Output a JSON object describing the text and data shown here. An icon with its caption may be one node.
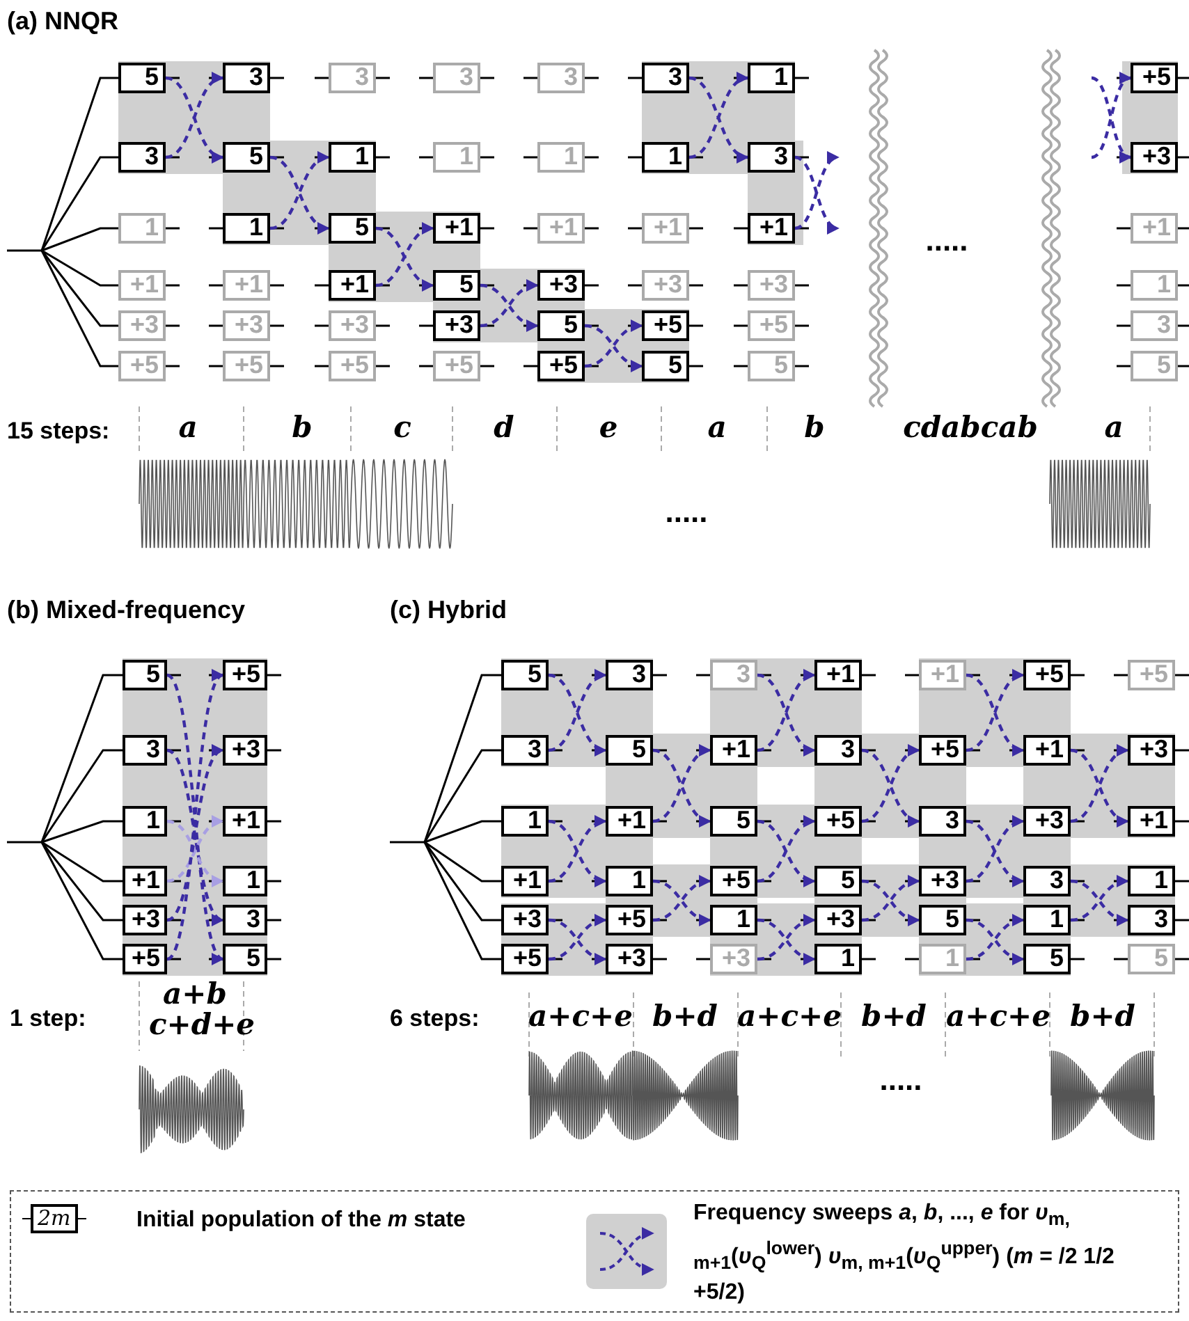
{
  "diagram": {
    "nodes": [
      {
        "text": [
          "5"
        ]
      },
      {
        "text": [
          "3"
        ]
      },
      {
        "text": [
          "3"
        ]
      },
      {
        "text": [
          "3"
        ]
      },
      {
        "text": [
          "3"
        ]
      },
      {
        "text": [
          "3"
        ]
      },
      {
        "text": [
          "1"
        ]
      },
      {
        "text": [
          "+5"
        ]
      },
      {
        "text": [
          "3"
        ]
      },
      {
        "text": [
          "5"
        ]
      },
      {
        "text": [
          "1"
        ]
      },
      {
        "text": [
          "1"
        ]
      },
      {
        "text": [
          "1"
        ]
      },
      {
        "text": [
          "1"
        ]
      },
      {
        "text": [
          "3"
        ]
      },
      {
        "text": [
          "+3"
        ]
      },
      {
        "text": [
          "1"
        ]
      },
      {
        "text": [
          "1"
        ]
      },
      {
        "text": [
          "5"
        ]
      },
      {
        "text": [
          "+1"
        ]
      },
      {
        "text": [
          "+1"
        ]
      },
      {
        "text": [
          "+1"
        ]
      },
      {
        "text": [
          "+1"
        ]
      },
      {
        "text": [
          "+1"
        ]
      },
      {
        "text": [
          "+1"
        ]
      },
      {
        "text": [
          "+1"
        ]
      },
      {
        "text": [
          "+1"
        ]
      },
      {
        "text": [
          "5"
        ]
      },
      {
        "text": [
          "+3"
        ]
      },
      {
        "text": [
          "+3"
        ]
      },
      {
        "text": [
          "+3"
        ]
      },
      {
        "text": [
          "1"
        ]
      },
      {
        "text": [
          "+3"
        ]
      },
      {
        "text": [
          "+3"
        ]
      },
      {
        "text": [
          "+3"
        ]
      },
      {
        "text": [
          "+3"
        ]
      },
      {
        "text": [
          "5"
        ]
      },
      {
        "text": [
          "+5"
        ]
      },
      {
        "text": [
          "+5"
        ]
      },
      {
        "text": [
          "3"
        ]
      },
      {
        "text": [
          "+5"
        ]
      },
      {
        "text": [
          "+5"
        ]
      },
      {
        "text": [
          "+5"
        ]
      },
      {
        "text": [
          "+5"
        ]
      },
      {
        "text": [
          "+5"
        ]
      },
      {
        "text": [
          "5"
        ]
      },
      {
        "text": [
          "5"
        ]
      },
      {
        "text": [
          "5"
        ]
      },
      {
        "text": [
          "5"
        ]
      },
      {
        "text": [
          "+5"
        ]
      },
      {
        "text": [
          "3"
        ]
      },
      {
        "text": [
          "+3"
        ]
      },
      {
        "text": [
          "1"
        ]
      },
      {
        "text": [
          "+1"
        ]
      },
      {
        "text": [
          "+1"
        ]
      },
      {
        "text": [
          "1"
        ]
      },
      {
        "text": [
          "+3"
        ]
      },
      {
        "text": [
          "3"
        ]
      },
      {
        "text": [
          "+5"
        ]
      },
      {
        "text": [
          "5"
        ]
      },
      {
        "text": [
          "5"
        ]
      },
      {
        "text": [
          "3"
        ]
      },
      {
        "text": [
          "3"
        ]
      },
      {
        "text": [
          "+1"
        ]
      },
      {
        "text": [
          "+1"
        ]
      },
      {
        "text": [
          "+5"
        ]
      },
      {
        "text": [
          "+5"
        ]
      },
      {
        "text": [
          "3"
        ]
      },
      {
        "text": [
          "5"
        ]
      },
      {
        "text": [
          "+1"
        ]
      },
      {
        "text": [
          "3"
        ]
      },
      {
        "text": [
          "+5"
        ]
      },
      {
        "text": [
          "+1"
        ]
      },
      {
        "text": [
          "+3"
        ]
      },
      {
        "text": [
          "1"
        ]
      },
      {
        "text": [
          "+1"
        ]
      },
      {
        "text": [
          "5"
        ]
      },
      {
        "text": [
          "+5"
        ]
      },
      {
        "text": [
          "3"
        ]
      },
      {
        "text": [
          "+3"
        ]
      },
      {
        "text": [
          "+1"
        ]
      },
      {
        "text": [
          "+1"
        ]
      },
      {
        "text": [
          "1"
        ]
      },
      {
        "text": [
          "+5"
        ]
      },
      {
        "text": [
          "5"
        ]
      },
      {
        "text": [
          "+3"
        ]
      },
      {
        "text": [
          "3"
        ]
      },
      {
        "text": [
          "1"
        ]
      },
      {
        "text": [
          "+3"
        ]
      },
      {
        "text": [
          "+5"
        ]
      },
      {
        "text": [
          "1"
        ]
      },
      {
        "text": [
          "+3"
        ]
      },
      {
        "text": [
          "5"
        ]
      },
      {
        "text": [
          "1"
        ]
      },
      {
        "text": [
          "3"
        ]
      },
      {
        "text": [
          "+5"
        ]
      },
      {
        "text": [
          "+3"
        ]
      },
      {
        "text": [
          "+3"
        ]
      },
      {
        "text": [
          "1"
        ]
      },
      {
        "text": [
          "1"
        ]
      },
      {
        "text": [
          "5"
        ]
      },
      {
        "text": [
          "5"
        ]
      }
    ],
    "edges": [
      {
        "from": 0,
        "to": 9,
        "arrow": "to",
        "style": "dashed"
      },
      {
        "from": 8,
        "to": 1,
        "arrow": "to",
        "style": "dashed"
      },
      {
        "from": 9,
        "to": 18,
        "arrow": "to",
        "style": "dashed"
      },
      {
        "from": 17,
        "to": 10,
        "arrow": "to",
        "style": "dashed"
      },
      {
        "from": 18,
        "to": 27,
        "arrow": "to",
        "style": "dashed"
      },
      {
        "from": 26,
        "to": 19,
        "arrow": "to",
        "style": "dashed"
      },
      {
        "from": 27,
        "to": 36,
        "arrow": "to",
        "style": "dashed"
      },
      {
        "from": 35,
        "to": 28,
        "arrow": "to",
        "style": "dashed"
      },
      {
        "from": 36,
        "to": 45,
        "arrow": "to",
        "style": "dashed"
      },
      {
        "from": 44,
        "to": 37,
        "arrow": "to",
        "style": "dashed"
      },
      {
        "from": 5,
        "to": 14,
        "arrow": "to",
        "style": "dashed"
      },
      {
        "from": 13,
        "to": 6,
        "arrow": "to",
        "style": "dashed"
      },
      {
        "from": 14,
        "to": null,
        "arrow": "to",
        "style": "dashed"
      },
      {
        "from": 22,
        "to": null,
        "arrow": "to",
        "style": "dashed"
      },
      {
        "from": null,
        "to": 7,
        "arrow": "to",
        "style": "dashed"
      },
      {
        "from": null,
        "to": 15,
        "arrow": "to",
        "style": "dashed"
      },
      {
        "from": 48,
        "to": 59,
        "arrow": "to",
        "style": "dashed"
      },
      {
        "from": 50,
        "to": 57,
        "arrow": "to",
        "style": "dashed"
      },
      {
        "from": 52,
        "to": 55,
        "arrow": "to",
        "style": "dashed",
        "color": "#a89fe3"
      },
      {
        "from": 54,
        "to": 53,
        "arrow": "to",
        "style": "dashed",
        "color": "#a89fe3"
      },
      {
        "from": 56,
        "to": 51,
        "arrow": "to",
        "style": "dashed"
      },
      {
        "from": 58,
        "to": 49,
        "arrow": "to",
        "style": "dashed"
      },
      {
        "from": 60,
        "to": 68,
        "arrow": "to",
        "style": "dashed"
      },
      {
        "from": 67,
        "to": 61,
        "arrow": "to",
        "style": "dashed"
      },
      {
        "from": 74,
        "to": 82,
        "arrow": "to",
        "style": "dashed"
      },
      {
        "from": 81,
        "to": 75,
        "arrow": "to",
        "style": "dashed"
      },
      {
        "from": 88,
        "to": 96,
        "arrow": "to",
        "style": "dashed"
      },
      {
        "from": 95,
        "to": 89,
        "arrow": "to",
        "style": "dashed"
      },
      {
        "from": 68,
        "to": 76,
        "arrow": "to",
        "style": "dashed"
      },
      {
        "from": 75,
        "to": 69,
        "arrow": "to",
        "style": "dashed"
      },
      {
        "from": 82,
        "to": 90,
        "arrow": "to",
        "style": "dashed"
      },
      {
        "from": 89,
        "to": 83,
        "arrow": "to",
        "style": "dashed"
      },
      {
        "from": 62,
        "to": 70,
        "arrow": "to",
        "style": "dashed"
      },
      {
        "from": 69,
        "to": 63,
        "arrow": "to",
        "style": "dashed"
      },
      {
        "from": 76,
        "to": 84,
        "arrow": "to",
        "style": "dashed"
      },
      {
        "from": 83,
        "to": 77,
        "arrow": "to",
        "style": "dashed"
      },
      {
        "from": 90,
        "to": 98,
        "arrow": "to",
        "style": "dashed"
      },
      {
        "from": 97,
        "to": 91,
        "arrow": "to",
        "style": "dashed"
      },
      {
        "from": 70,
        "to": 78,
        "arrow": "to",
        "style": "dashed"
      },
      {
        "from": 77,
        "to": 71,
        "arrow": "to",
        "style": "dashed"
      },
      {
        "from": 84,
        "to": 92,
        "arrow": "to",
        "style": "dashed"
      },
      {
        "from": 91,
        "to": 85,
        "arrow": "to",
        "style": "dashed"
      },
      {
        "from": 64,
        "to": 72,
        "arrow": "to",
        "style": "dashed"
      },
      {
        "from": 71,
        "to": 65,
        "arrow": "to",
        "style": "dashed"
      },
      {
        "from": 78,
        "to": 86,
        "arrow": "to",
        "style": "dashed"
      },
      {
        "from": 85,
        "to": 79,
        "arrow": "to",
        "style": "dashed"
      },
      {
        "from": 92,
        "to": 100,
        "arrow": "to",
        "style": "dashed"
      },
      {
        "from": 99,
        "to": 93,
        "arrow": "to",
        "style": "dashed"
      },
      {
        "from": 72,
        "to": 80,
        "arrow": "to",
        "style": "dashed"
      },
      {
        "from": 79,
        "to": 73,
        "arrow": "to",
        "style": "dashed"
      },
      {
        "from": 86,
        "to": 94,
        "arrow": "to",
        "style": "dashed"
      },
      {
        "from": 93,
        "to": 87,
        "arrow": "to",
        "style": "dashed"
      }
    ],
    "labels": [
      "(a) NNQR",
      ".....",
      "15 steps:",
      "a",
      "b",
      "c",
      "d",
      "e",
      "a",
      "b",
      "cdabcab",
      "a",
      ".....",
      "(b) Mixed-frequency",
      "(c) Hybrid",
      "1 step:",
      "a+b c+d+e",
      "6 steps:",
      "a+c+e",
      "b+d",
      "a+c+e",
      "b+d",
      "a+c+e",
      "b+d",
      ".....",
      "2m"
    ],
    "legend": [
      {
        "text": "Initial population of the *m* state"
      },
      {
        "text": "Frequency sweeps *a*, *b*, ..., *e* for *υ*$_{m, m+1}$(*υ*$_{Q}$$^{lower}$) *υ*$_{m, m+1}$(*υ*$_{Q}$$^{upper}$) (*m* = /2 1/2 +5/2)"
      }
    ]
  }
}
